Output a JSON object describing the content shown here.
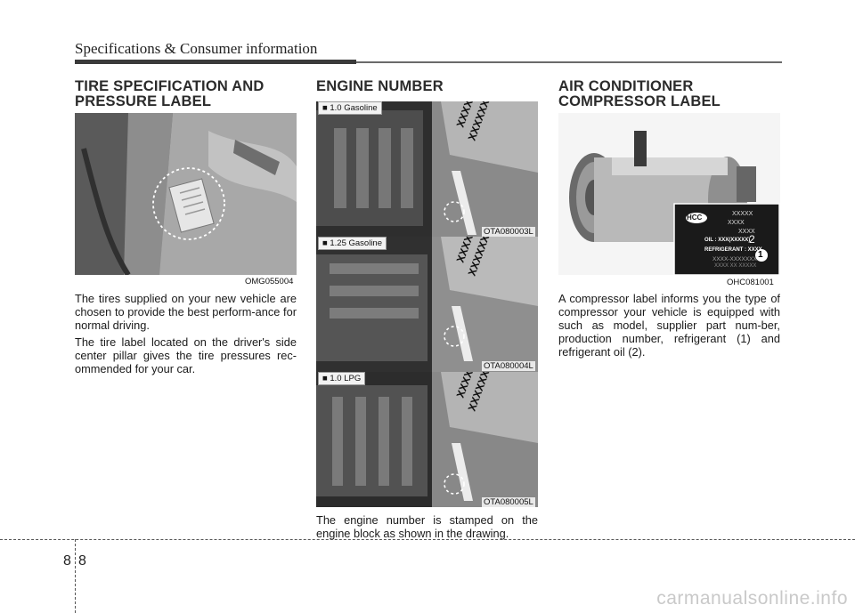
{
  "header": {
    "title": "Specifications & Consumer information"
  },
  "tire": {
    "title": "TIRE SPECIFICATION AND\nPRESSURE LABEL",
    "image_code": "OMG055004",
    "paragraphs": [
      "The tires supplied on your new vehicle are chosen to provide the best perform-ance for normal driving.",
      "The tire label located on the driver's side center pillar gives the tire pressures rec-ommended for your car."
    ]
  },
  "engine": {
    "title": "ENGINE NUMBER",
    "images": [
      {
        "label": "■ 1.0 Gasoline",
        "code": "OTA080003L"
      },
      {
        "label": "■ 1.25 Gasoline",
        "code": "OTA080004L"
      },
      {
        "label": "■ 1.0 LPG",
        "code": "OTA080005L"
      }
    ],
    "number_text": "XXXX\nXXXXXXX",
    "paragraph": "The engine number is stamped on the engine block as shown in the drawing."
  },
  "ac": {
    "title": "AIR CONDITIONER\nCOMPRESSOR LABEL",
    "image_code": "OHC081001",
    "label_lines": [
      "XXXXX",
      "XXXX",
      "XXXX",
      "OIL : XXX(XXXXX)",
      "REFRIGERANT : XXXX",
      "XXXX-XXXXXXX",
      "XXXX XX XXXXX"
    ],
    "label_brand": "HCC",
    "callout_1": "1",
    "callout_2": "2",
    "paragraph": "A compressor label informs you the type of compressor your vehicle is equipped with such as model, supplier part num-ber, production number, refrigerant (1) and refrigerant oil (2)."
  },
  "footer": {
    "page_left": "8",
    "page_right": "8",
    "watermark": "carmanualsonline.info"
  }
}
